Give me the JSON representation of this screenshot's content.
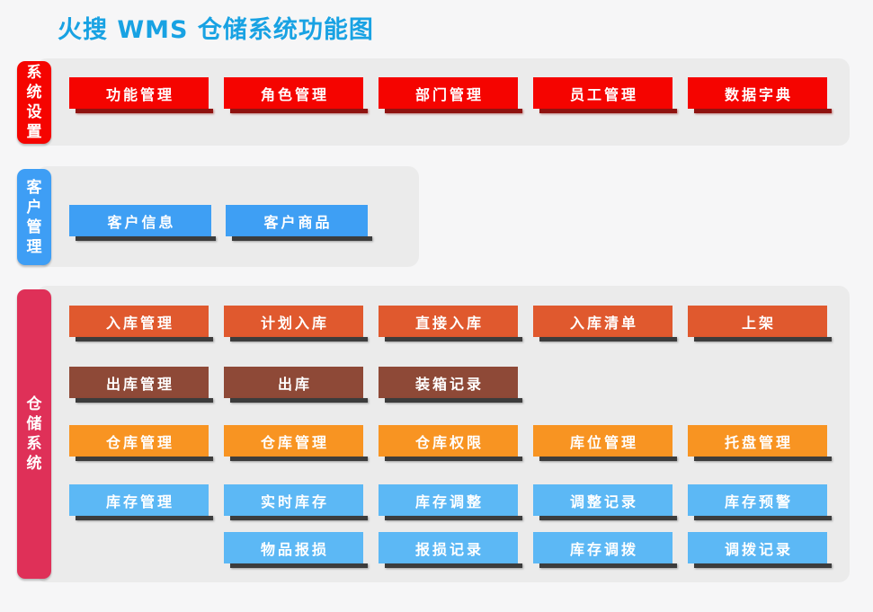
{
  "title": "火搜 WMS 仓储系统功能图",
  "palette": {
    "title_text": "#18a2e3",
    "page_background": "#f6f6f7",
    "panel_background": "#ebebeb",
    "system_red": "#f50400",
    "system_red_shadow": "#8f1310",
    "customer_blue": "#3e9ff4",
    "warehouse_tab_crimson": "#df3058",
    "inbound_orangered": "#e0592e",
    "outbound_brown": "#8e4937",
    "warehouse_orange": "#f89422",
    "inventory_lightblue": "#5cb8f5",
    "button_shadow_gray": "#3c3c3c",
    "button_text": "#ffffff"
  },
  "sections": [
    {
      "tab": "系统设置",
      "rows": [
        {
          "style": "red",
          "buttons": [
            "功能管理",
            "角色管理",
            "部门管理",
            "员工管理",
            "数据字典"
          ]
        }
      ]
    },
    {
      "tab": "客户管理",
      "rows": [
        {
          "style": "blue",
          "buttons": [
            "客户信息",
            "客户商品"
          ]
        }
      ]
    },
    {
      "tab": "仓储系统",
      "rows": [
        {
          "style": "orangered",
          "buttons": [
            "入库管理",
            "计划入库",
            "直接入库",
            "入库清单",
            "上架"
          ]
        },
        {
          "style": "brown",
          "buttons": [
            "出库管理",
            "出库",
            "装箱记录"
          ]
        },
        {
          "style": "orange",
          "buttons": [
            "仓库管理",
            "仓库管理",
            "仓库权限",
            "库位管理",
            "托盘管理"
          ]
        },
        {
          "style": "lightblue",
          "buttons": [
            "库存管理",
            "实时库存",
            "库存调整",
            "调整记录",
            "库存预警"
          ]
        },
        {
          "style": "lightblue",
          "starts_at_column": 2,
          "buttons": [
            "物品报损",
            "报损记录",
            "库存调拨",
            "调拨记录"
          ]
        }
      ]
    }
  ]
}
